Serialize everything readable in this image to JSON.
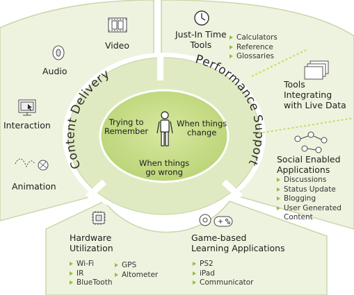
{
  "center": {
    "left_text": "Trying to\nRemember",
    "right_text": "When things\nchange",
    "bottom_text": "When things\ngo wrong",
    "figure_icon": "person-icon"
  },
  "ring": {
    "left_label": "Content Delivery",
    "right_label": "Performance Support"
  },
  "left_sector": {
    "items": [
      {
        "label": "Video",
        "icon": "film-strip-icon"
      },
      {
        "label": "Audio",
        "icon": "speaker-icon"
      },
      {
        "label": "Interaction",
        "icon": "monitor-cursor-icon"
      },
      {
        "label": "Animation",
        "icon": "bouncing-ball-icon"
      }
    ]
  },
  "right_sector": {
    "jit": {
      "title": "Just-In Time\nTools",
      "icon": "clock-icon",
      "items": [
        "Calculators",
        "Reference",
        "Glossaries"
      ]
    },
    "tools": {
      "title": "Tools\nIntegrating\nwith Live Data",
      "icon": "stacked-windows-icon"
    },
    "social": {
      "title": "Social Enabled\nApplications",
      "icon": "people-network-icon",
      "items": [
        "Discussions",
        "Status Update",
        "Blogging",
        "User Generated\nContent"
      ]
    }
  },
  "bottom_sector": {
    "hardware": {
      "title": "Hardware\nUtilization",
      "icon": "chip-icon",
      "col1": [
        "Wi-Fi",
        "IR",
        "BlueTooth"
      ],
      "col2": [
        "GPS",
        "Altometer"
      ]
    },
    "games": {
      "title": "Game-based\nLearning Applications",
      "icon": "gamepad-gear-icon",
      "items": [
        "PS2",
        "iPad",
        "Communicator"
      ]
    }
  },
  "colors": {
    "sector_fill": "#eef3df",
    "sector_stroke": "#c9d6a8",
    "ring_fill": "#dfeac2",
    "center_fill": "#c8de8a",
    "bullet": "#8fbf3a",
    "divider": "#c5dc5a"
  }
}
